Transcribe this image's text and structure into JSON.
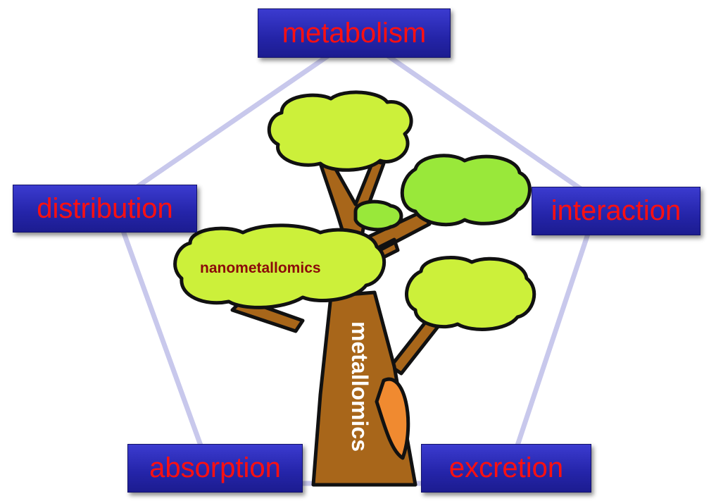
{
  "nodes": {
    "metabolism": "metabolism",
    "distribution": "distribution",
    "interaction": "interaction",
    "absorption": "absorption",
    "excretion": "excretion"
  },
  "tree": {
    "canopy_label": "nanometallomics",
    "trunk_label": "metallomics"
  },
  "colors": {
    "box": "#2a2ab8",
    "box_text": "#ff1010",
    "canopy": "#ccf03a",
    "canopy_alt": "#99e83a",
    "trunk": "#a8661a",
    "connector": "#c8c8ec"
  }
}
